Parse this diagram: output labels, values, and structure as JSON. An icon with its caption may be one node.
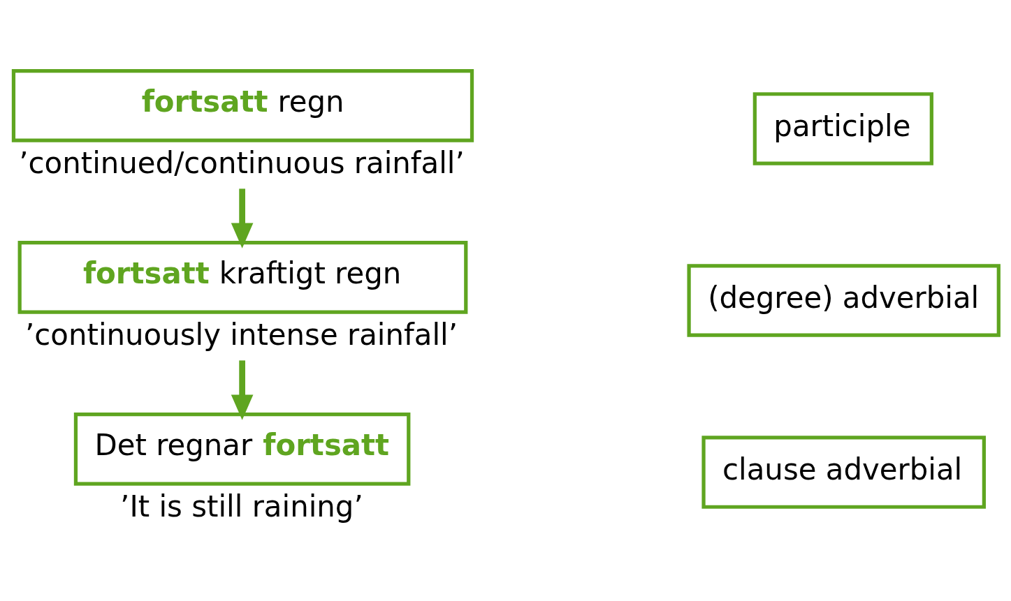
{
  "diagram": {
    "nodes": [
      {
        "text": [
          "**fortsatt** regn"
        ],
        "beside": [
          "’continued/continuous rainfall’"
        ]
      },
      {
        "text": [
          "**fortsatt** kraftigt regn"
        ],
        "beside": [
          "’continuously intense rainfall’"
        ]
      },
      {
        "text": [
          "Det regnar **fortsatt**"
        ],
        "beside": [
          "’It is still raining’"
        ]
      },
      {
        "text": [
          "participle"
        ]
      },
      {
        "text": [
          "(degree) adverbial"
        ]
      },
      {
        "text": [
          "clause adverbial"
        ]
      }
    ],
    "edges": [
      {
        "from": 0,
        "to": 1,
        "arrow": "to"
      },
      {
        "from": 1,
        "to": 2,
        "arrow": "to"
      }
    ]
  }
}
